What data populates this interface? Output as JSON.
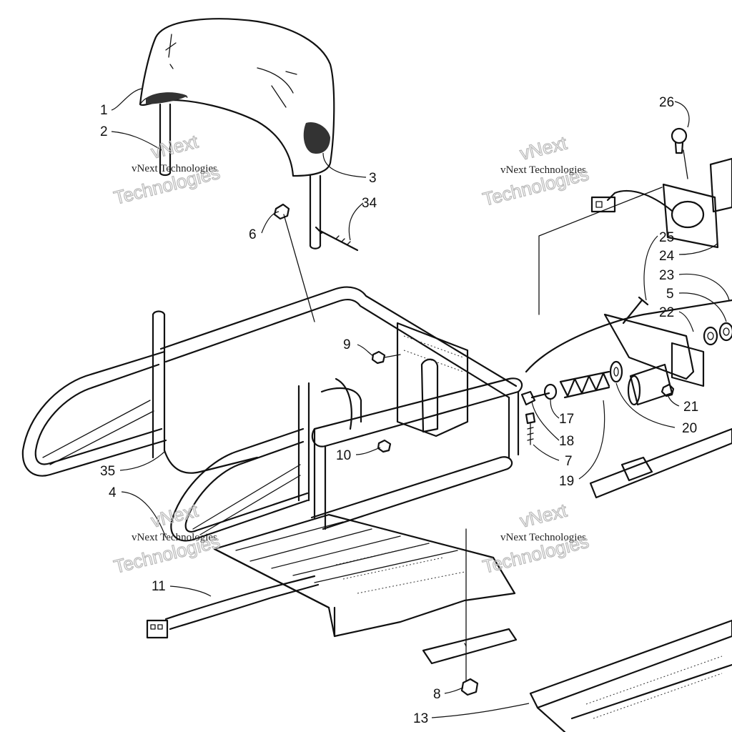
{
  "watermark": {
    "small_text": "vNext Technologies",
    "large_line1": "vNext",
    "large_line2": "Technologies"
  },
  "callouts": {
    "c1": "1",
    "c2": "2",
    "c3": "3",
    "c4": "4",
    "c5": "5",
    "c6": "6",
    "c7": "7",
    "c8": "8",
    "c9": "9",
    "c10": "10",
    "c11": "11",
    "c13": "13",
    "c17": "17",
    "c18": "18",
    "c19": "19",
    "c20": "20",
    "c21": "21",
    "c22": "22",
    "c23": "23",
    "c24": "24",
    "c25": "25",
    "c26": "26",
    "c34": "34",
    "c35": "35"
  }
}
